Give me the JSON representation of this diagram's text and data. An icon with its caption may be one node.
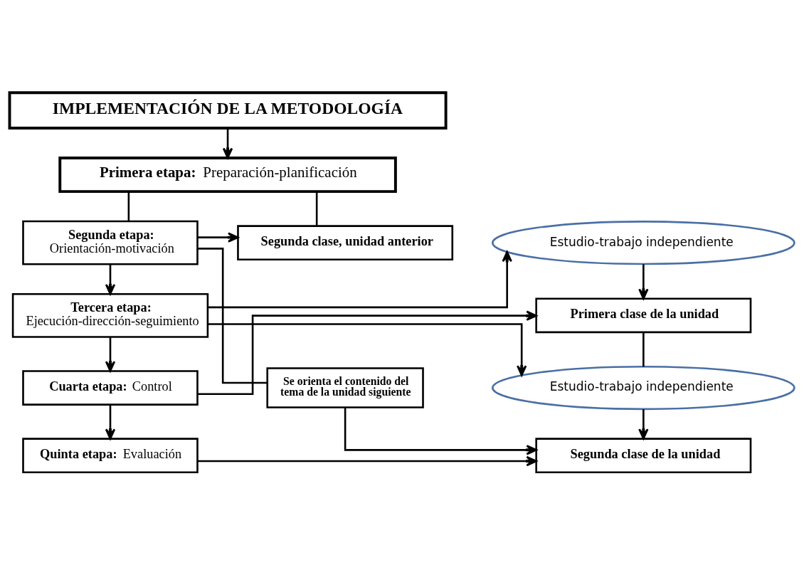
{
  "diagram": {
    "nodes": [
      {
        "text": [
          "IMPLEMENTACIÓN DE LA METODOLOGÍA"
        ]
      },
      {
        "text": [
          "**Primera etapa:** Preparación-planificación"
        ]
      },
      {
        "text": [
          "**Segunda etapa:** Orientación-motivación"
        ]
      },
      {
        "text": [
          "Segunda clase, unidad anterior"
        ]
      },
      {
        "text": [
          "Estudio-trabajo independiente"
        ]
      },
      {
        "text": [
          "**Tercera etapa:** Ejecución-dirección-seguimiento"
        ]
      },
      {
        "text": [
          "Primera clase de la unidad"
        ]
      },
      {
        "text": [
          "**Cuarta etapa:** Control"
        ]
      },
      {
        "text": [
          "Estudio-trabajo independiente"
        ]
      },
      {
        "text": [
          "Se orienta el contenido del tema de la unidad siguiente"
        ]
      },
      {
        "text": [
          "**Quinta etapa:** Evaluación"
        ]
      },
      {
        "text": [
          "Segunda clase de la unidad"
        ]
      }
    ],
    "edges": [
      {
        "from": 0,
        "to": 1,
        "arrow": "to"
      },
      {
        "from": 1,
        "to": 2,
        "arrow": "none"
      },
      {
        "from": 1,
        "to": 3,
        "arrow": "none"
      },
      {
        "from": 2,
        "to": 3,
        "arrow": "to"
      },
      {
        "from": 2,
        "to": 9,
        "arrow": "none"
      },
      {
        "from": 9,
        "to": 11,
        "arrow": "to"
      },
      {
        "from": 2,
        "to": 5,
        "arrow": "to"
      },
      {
        "from": 5,
        "to": 7,
        "arrow": "to"
      },
      {
        "from": 7,
        "to": 10,
        "arrow": "to"
      },
      {
        "from": 5,
        "to": 4,
        "arrow": "to"
      },
      {
        "from": 5,
        "to": 8,
        "arrow": "to"
      },
      {
        "from": 7,
        "to": 6,
        "arrow": "to"
      },
      {
        "from": 4,
        "to": 6,
        "arrow": "to"
      },
      {
        "from": 6,
        "to": 8,
        "arrow": "none"
      },
      {
        "from": 8,
        "to": 11,
        "arrow": "to"
      },
      {
        "from": 10,
        "to": 11,
        "arrow": "to"
      }
    ]
  }
}
